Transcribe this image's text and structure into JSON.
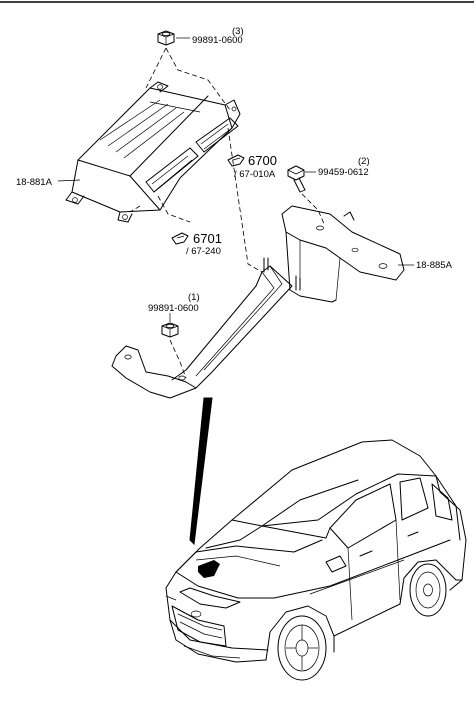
{
  "callouts": {
    "nut_top": {
      "qty": "(3)",
      "part": "99891-0600"
    },
    "ecu": {
      "part": "18-881A"
    },
    "ref_6700": {
      "main": "6700",
      "sub": "/ 67-010A"
    },
    "bolt": {
      "qty": "(2)",
      "part": "99459-0612"
    },
    "ref_6701": {
      "main": "6701",
      "sub": "/ 67-240"
    },
    "bracket": {
      "part": "18-885A"
    },
    "nut_bottom": {
      "qty": "(1)",
      "part": "99891-0600"
    }
  }
}
